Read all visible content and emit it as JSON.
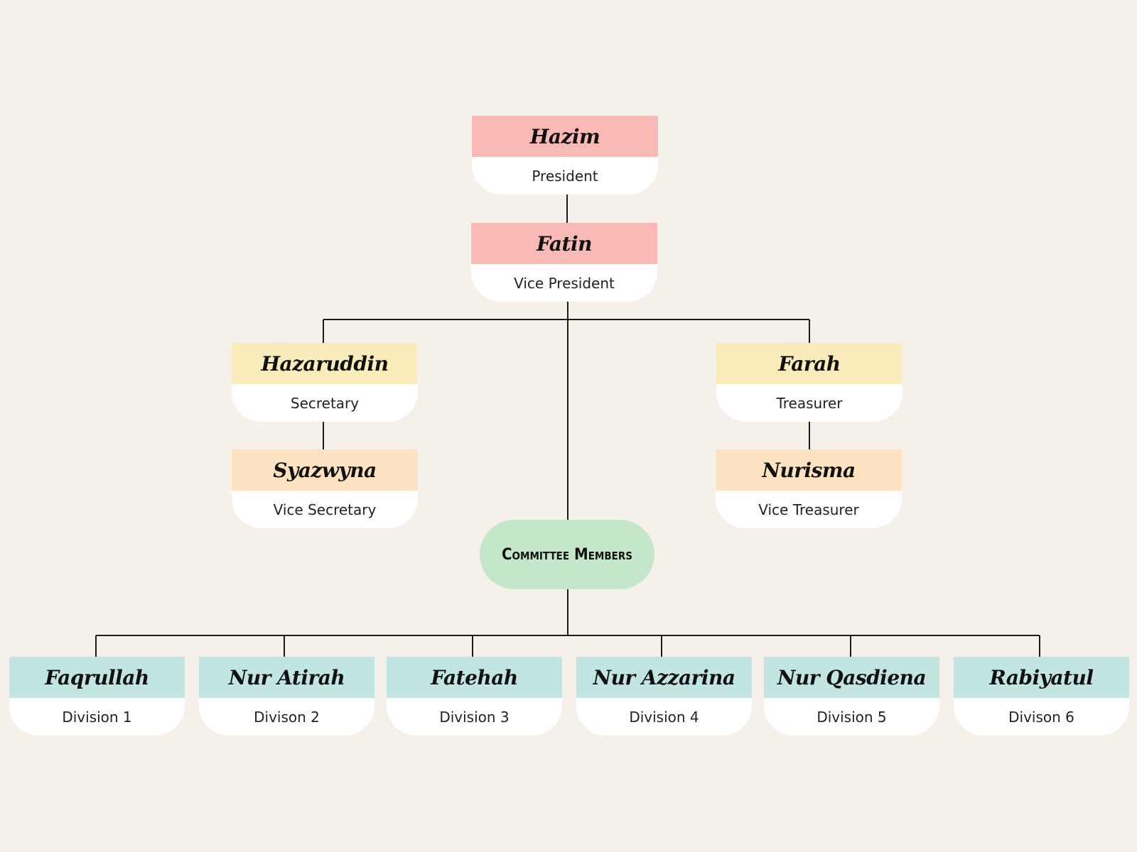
{
  "colors": {
    "background": "#f5f0ea",
    "president_header": "#f9bab5",
    "secretary_header": "#fbecbb",
    "vice_header": "#fde2c2",
    "committee_fill": "#c4e6ca",
    "division_header": "#c2e5e2",
    "body_fill": "#ffffff",
    "line": "#1a1a1a"
  },
  "president": {
    "name": "Hazim",
    "role": "President"
  },
  "vice_president": {
    "name": "Fatin",
    "role": "Vice President"
  },
  "secretary": {
    "name": "Hazaruddin",
    "role": "Secretary"
  },
  "treasurer": {
    "name": "Farah",
    "role": "Treasurer"
  },
  "vice_secretary": {
    "name": "Syazwyna",
    "role": "Vice Secretary"
  },
  "vice_treasurer": {
    "name": "Nurisma",
    "role": "Vice Treasurer"
  },
  "committee": {
    "label": "Committee Members"
  },
  "divisions": [
    {
      "name": "Faqrullah",
      "role": "Division 1"
    },
    {
      "name": "Nur Atirah",
      "role": "Divison 2"
    },
    {
      "name": "Fatehah",
      "role": "Division 3"
    },
    {
      "name": "Nur Azzarina",
      "role": "Division 4"
    },
    {
      "name": "Nur Qasdiena",
      "role": "Division 5"
    },
    {
      "name": "Rabiyatul",
      "role": "Divison 6"
    }
  ]
}
